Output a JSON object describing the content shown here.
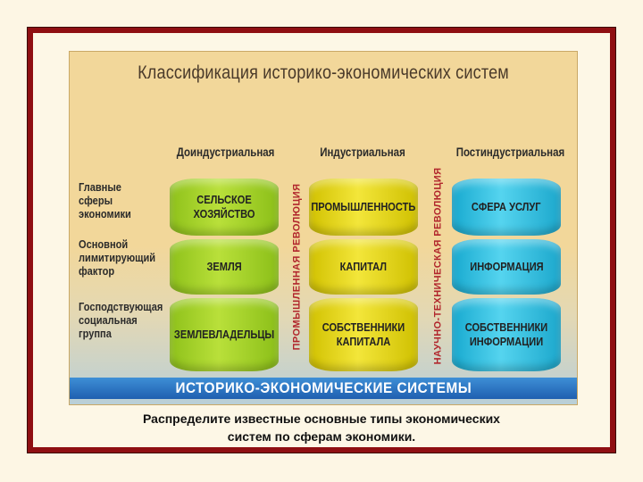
{
  "diagram": {
    "title": "Классификация историко-экономических систем",
    "row_labels": [
      "Главные сферы экономики",
      "Основной лимитирующий фактор",
      "Господствующая социальная группа"
    ],
    "columns": [
      {
        "header": "Доиндустриальная",
        "cells": [
          "СЕЛЬСКОЕ ХОЗЯЙСТВО",
          "ЗЕМЛЯ",
          "ЗЕМЛЕВЛАДЕЛЬЦЫ"
        ],
        "color": "#a6d42a"
      },
      {
        "header": "Индустриальная",
        "cells": [
          "ПРОМЫШЛЕННОСТЬ",
          "КАПИТАЛ",
          "СОБСТВЕННИКИ КАПИТАЛА"
        ],
        "color": "#e8da1a"
      },
      {
        "header": "Постиндустриальная",
        "cells": [
          "СФЕРА УСЛУГ",
          "ИНФОРМАЦИЯ",
          "СОБСТВЕННИКИ ИНФОРМАЦИИ"
        ],
        "color": "#35c3e6"
      }
    ],
    "revolutions": [
      "ПРОМЫШЛЕННАЯ РЕВОЛЮЦИЯ",
      "НАУЧНО-ТЕХНИЧЕСКАЯ РЕВОЛЮЦИЯ"
    ],
    "base_label": "ИСТОРИКО-ЭКОНОМИЧЕСКИЕ СИСТЕМЫ"
  },
  "instruction": {
    "line1": "Распределите известные основные типы экономических",
    "line2": "систем по сферам экономики."
  },
  "colors": {
    "frame": "#8f0f12",
    "revolution_text": "#b1262c",
    "base_bar": "#2a72c2"
  }
}
